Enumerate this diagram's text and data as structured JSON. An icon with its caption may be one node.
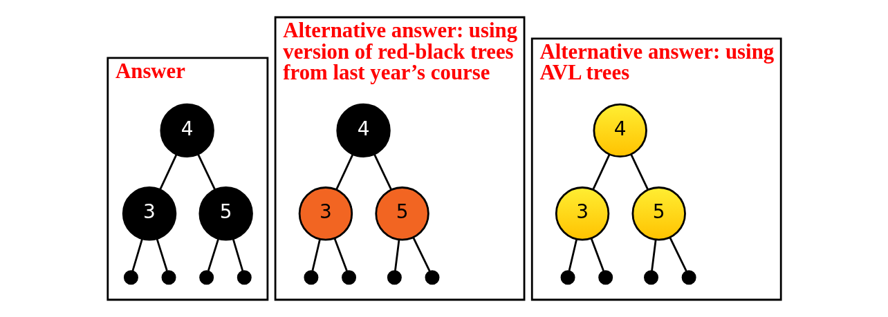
{
  "diagram": {
    "nodes": [
      {
        "text": [
          "Answer"
        ]
      },
      {
        "text": [
          "4"
        ],
        "in": 0
      },
      {
        "text": [
          "3"
        ],
        "in": 0
      },
      {
        "text": [
          "5"
        ],
        "in": 0
      },
      {
        "text": [],
        "shape": "circle",
        "in": 0
      },
      {
        "text": [],
        "shape": "circle",
        "in": 0
      },
      {
        "text": [],
        "shape": "circle",
        "in": 0
      },
      {
        "text": [],
        "shape": "circle",
        "in": 0
      },
      {
        "text": [
          "Alternative answer: using version of red-black trees from last year’s course"
        ]
      },
      {
        "text": [
          "4"
        ],
        "in": 8
      },
      {
        "text": [
          "3"
        ],
        "in": 8
      },
      {
        "text": [
          "5"
        ],
        "in": 8
      },
      {
        "text": [],
        "shape": "circle",
        "in": 8
      },
      {
        "text": [],
        "shape": "circle",
        "in": 8
      },
      {
        "text": [],
        "shape": "circle",
        "in": 8
      },
      {
        "text": [],
        "shape": "circle",
        "in": 8
      },
      {
        "text": [
          "Alternative answer: using AVL trees"
        ]
      },
      {
        "text": [
          "4"
        ],
        "in": 16
      },
      {
        "text": [
          "3"
        ],
        "in": 16
      },
      {
        "text": [
          "5"
        ],
        "in": 16
      },
      {
        "text": [],
        "shape": "circle",
        "in": 16
      },
      {
        "text": [],
        "shape": "circle",
        "in": 16
      },
      {
        "text": [],
        "shape": "circle",
        "in": 16
      },
      {
        "text": [],
        "shape": "circle",
        "in": 16
      }
    ],
    "edges": [
      {
        "from": 1,
        "to": 2,
        "arrow": "none"
      },
      {
        "from": 1,
        "to": 3,
        "arrow": "none"
      },
      {
        "from": 2,
        "to": 4,
        "arrow": "none"
      },
      {
        "from": 2,
        "to": 5,
        "arrow": "none"
      },
      {
        "from": 3,
        "to": 6,
        "arrow": "none"
      },
      {
        "from": 3,
        "to": 7,
        "arrow": "none"
      },
      {
        "from": 9,
        "to": 10,
        "arrow": "none"
      },
      {
        "from": 9,
        "to": 11,
        "arrow": "none"
      },
      {
        "from": 10,
        "to": 12,
        "arrow": "none"
      },
      {
        "from": 10,
        "to": 13,
        "arrow": "none"
      },
      {
        "from": 11,
        "to": 14,
        "arrow": "none"
      },
      {
        "from": 11,
        "to": 15,
        "arrow": "none"
      },
      {
        "from": 17,
        "to": 18,
        "arrow": "none"
      },
      {
        "from": 17,
        "to": 19,
        "arrow": "none"
      },
      {
        "from": 18,
        "to": 20,
        "arrow": "none"
      },
      {
        "from": 18,
        "to": 21,
        "arrow": "none"
      },
      {
        "from": 19,
        "to": 22,
        "arrow": "none"
      },
      {
        "from": 19,
        "to": 23,
        "arrow": "none"
      }
    ]
  }
}
